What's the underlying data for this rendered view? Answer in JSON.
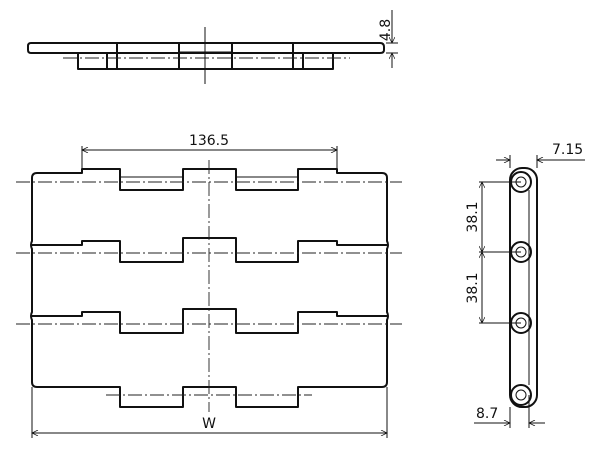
{
  "drawing": {
    "top_view": {
      "thickness_label": "4.8"
    },
    "plan_view": {
      "pitch_width_label": "136.5",
      "width_label": "W"
    },
    "side_view": {
      "height_label": "7.15",
      "pitch_label_1": "38.1",
      "pitch_label_2": "38.1",
      "pin_offset_label": "8.7"
    }
  }
}
